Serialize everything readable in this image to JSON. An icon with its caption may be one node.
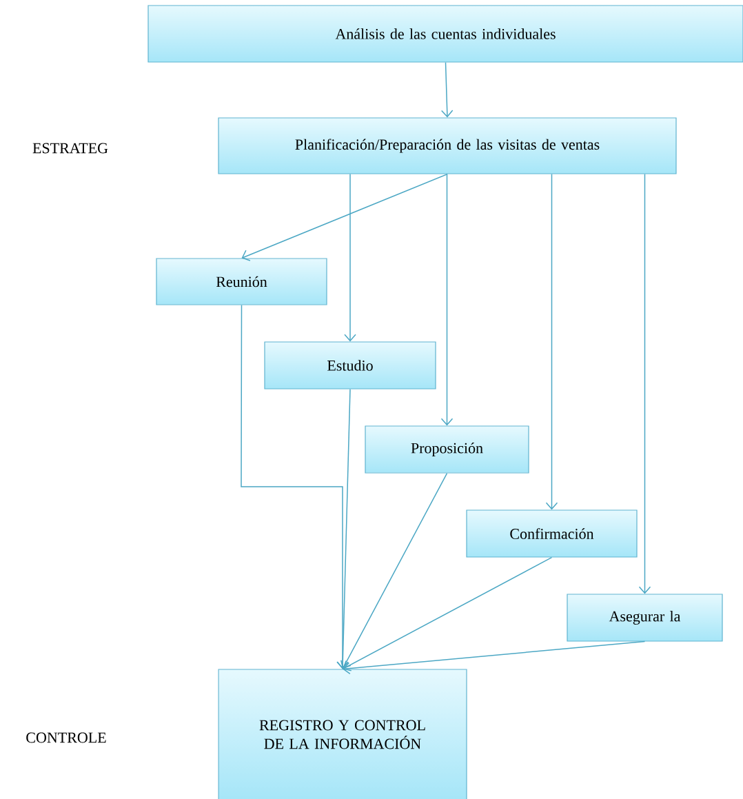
{
  "diagram": {
    "nodes": [
      {
        "text": [
          "Análisis de las cuentas individuales"
        ]
      },
      {
        "text": [
          "Planificación/Preparación de las visitas de ventas"
        ]
      },
      {
        "text": [
          "Reunión"
        ]
      },
      {
        "text": [
          "Estudio"
        ]
      },
      {
        "text": [
          "Proposición"
        ]
      },
      {
        "text": [
          "Confirmación"
        ]
      },
      {
        "text": [
          "Asegurar la"
        ]
      },
      {
        "text": [
          "REGISTRO Y CONTROL DE LA INFORMACIÓN"
        ]
      }
    ],
    "edges": [
      {
        "from": 0,
        "to": 1,
        "arrow": "to"
      },
      {
        "from": 1,
        "to": 2,
        "arrow": "to"
      },
      {
        "from": 1,
        "to": 3,
        "arrow": "to"
      },
      {
        "from": 1,
        "to": 4,
        "arrow": "to"
      },
      {
        "from": 1,
        "to": 5,
        "arrow": "to"
      },
      {
        "from": 1,
        "to": 6,
        "arrow": "to"
      },
      {
        "from": 2,
        "to": 7,
        "arrow": "to"
      },
      {
        "from": 3,
        "to": 7,
        "arrow": "to"
      },
      {
        "from": 4,
        "to": 7,
        "arrow": "to"
      },
      {
        "from": 5,
        "to": 7,
        "arrow": "to"
      },
      {
        "from": 6,
        "to": 7,
        "arrow": "to"
      }
    ],
    "labels": [
      "ESTRATEG",
      "CONTROLE"
    ]
  }
}
